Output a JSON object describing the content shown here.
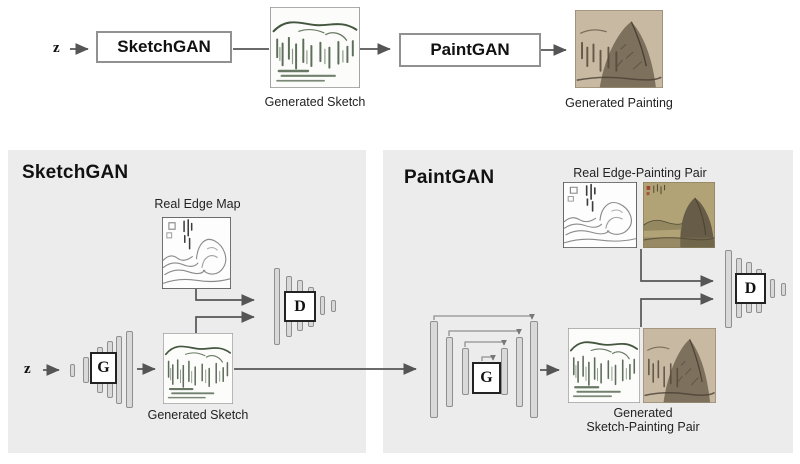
{
  "top_flow": {
    "z_label": "z",
    "sketchgan_box_label": "SketchGAN",
    "paintgan_box_label": "PaintGAN",
    "generated_sketch_caption": "Generated Sketch",
    "generated_painting_caption": "Generated Painting"
  },
  "sketchgan_panel": {
    "title": "SketchGAN",
    "z_label": "z",
    "real_edge_map_caption": "Real Edge Map",
    "generated_sketch_caption": "Generated Sketch",
    "generator_label": "G",
    "discriminator_label": "D"
  },
  "paintgan_panel": {
    "title": "PaintGAN",
    "real_pair_caption": "Real Edge-Painting Pair",
    "generated_pair_caption_line1": "Generated",
    "generated_pair_caption_line2": "Sketch-Painting Pair",
    "generator_label": "G",
    "discriminator_label": "D"
  },
  "colors": {
    "panel_bg": "#ececec",
    "bar_fill": "#d9d9d9",
    "bar_border": "#8f8f8f",
    "flow_box_border": "#919191",
    "gd_box_border": "#222222",
    "arrow": "#555555",
    "sketch_stroke_green": "#44563f",
    "edge_map_stroke": "#8b8b8b",
    "real_painting_bg": "#b2a376",
    "generated_painting_bg": "#c8baa2",
    "seal_red": "#9e4433"
  }
}
